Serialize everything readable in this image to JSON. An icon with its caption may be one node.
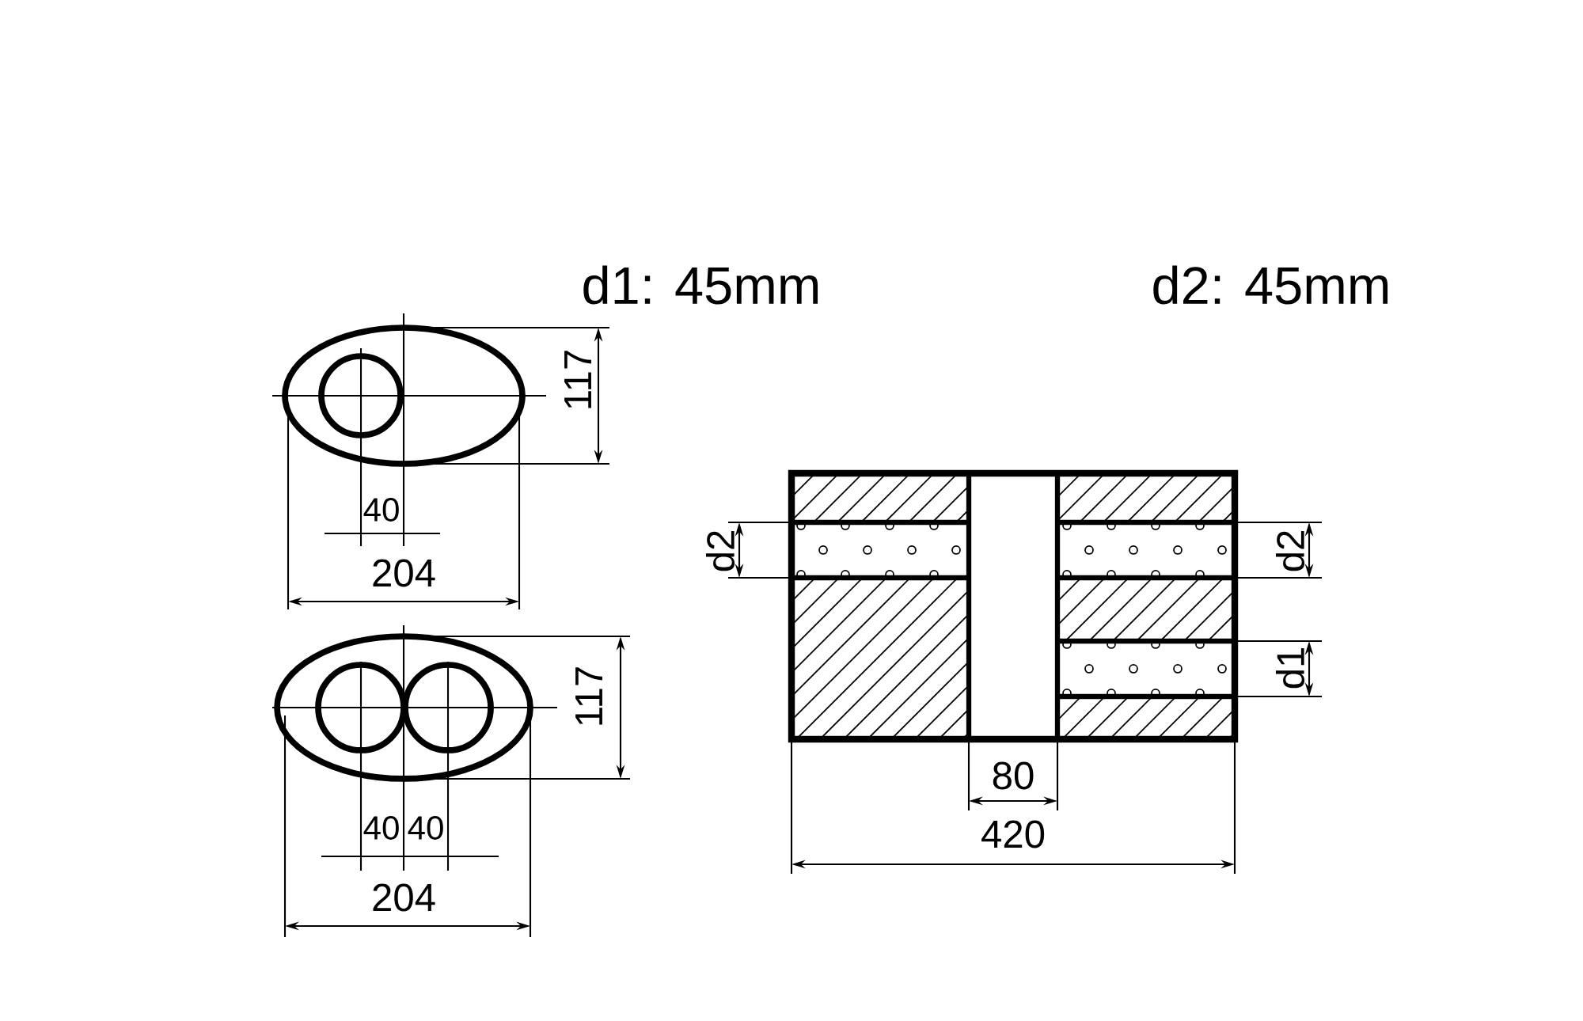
{
  "diagram": {
    "labels": [
      "d1: 45mm",
      "d2: 45mm",
      "117",
      "40",
      "204",
      "117",
      "40",
      "40",
      "204",
      "d2",
      "d2",
      "d1",
      "80",
      "420"
    ]
  }
}
